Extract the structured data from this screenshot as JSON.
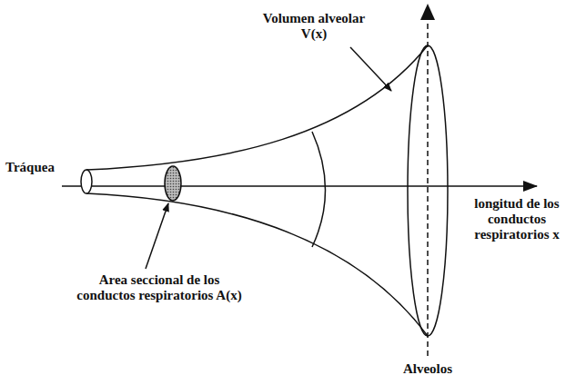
{
  "diagram": {
    "labels": [
      "Volumen alveolar V(x)",
      "Tráquea",
      "longitud de los conductos respiratorios x",
      "Area seccional de los conductos respiratorios A(x)",
      "Alveolos"
    ]
  }
}
